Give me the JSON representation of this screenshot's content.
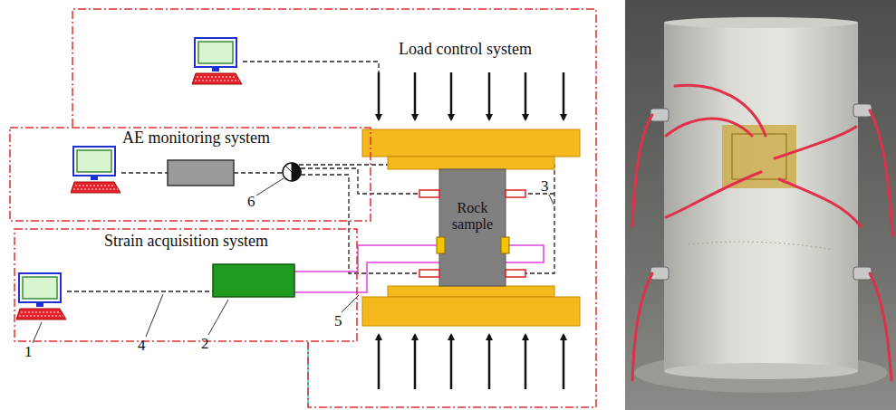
{
  "diagram": {
    "nodes": [
      {
        "text": [
          "Load control system"
        ]
      },
      {
        "text": [
          "AE monitoring system"
        ]
      },
      {
        "text": [
          "Strain acquisition system"
        ]
      },
      {
        "text": [
          "Rock sample"
        ],
        "in": 0
      }
    ],
    "labels": [
      "1",
      "2",
      "3",
      "4",
      "5",
      "6"
    ]
  }
}
